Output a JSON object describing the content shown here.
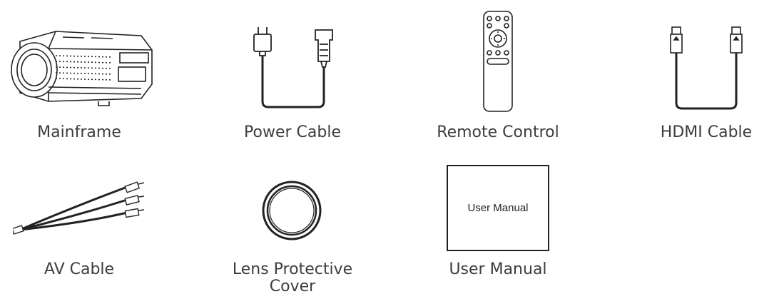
{
  "items": [
    {
      "icon": "projector-icon",
      "caption": "Mainframe"
    },
    {
      "icon": "power-cable-icon",
      "caption": "Power Cable"
    },
    {
      "icon": "remote-control-icon",
      "caption": "Remote Control"
    },
    {
      "icon": "hdmi-cable-icon",
      "caption": "HDMI Cable"
    },
    {
      "icon": "av-cable-icon",
      "caption": "AV Cable"
    },
    {
      "icon": "lens-cover-icon",
      "caption_line1": "Lens Protective",
      "caption_line2": "Cover"
    },
    {
      "icon": "user-manual-icon",
      "caption": "User Manual",
      "box_text": "User Manual"
    }
  ]
}
